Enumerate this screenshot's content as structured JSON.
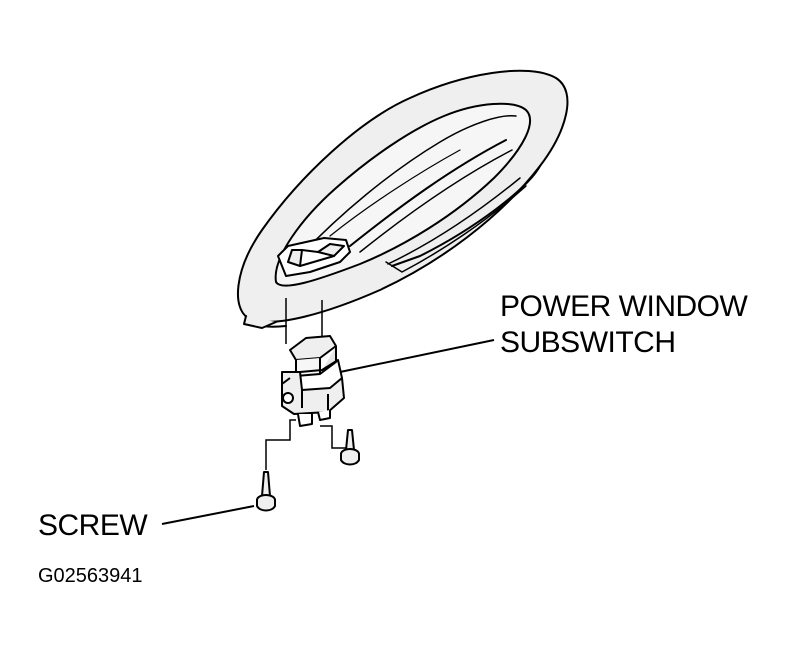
{
  "labels": {
    "power_window_line1": "POWER WINDOW",
    "power_window_line2": "SUBSWITCH",
    "screw": "SCREW",
    "figure_code": "G02563941"
  },
  "colors": {
    "ink": "#000000",
    "part_fill": "#efefef",
    "background": "#ffffff"
  }
}
